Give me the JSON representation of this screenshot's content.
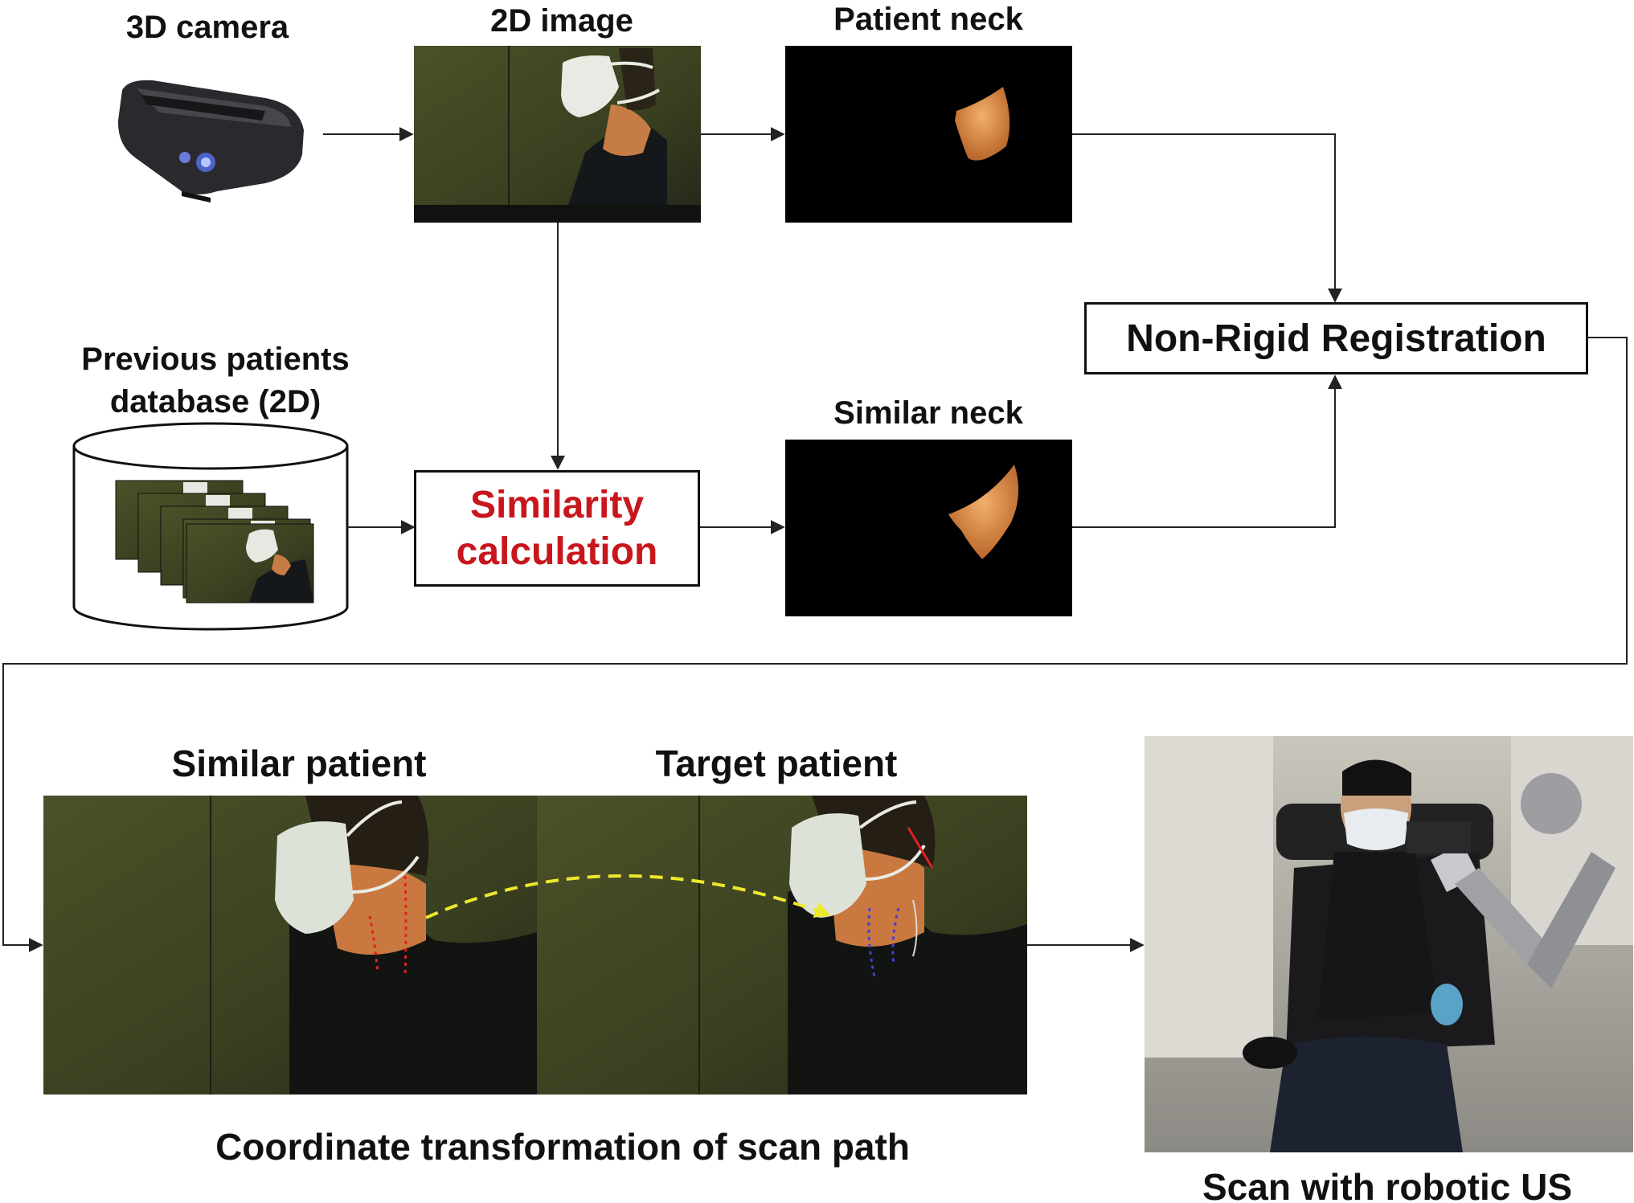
{
  "labels": {
    "camera": "3D camera",
    "image2d": "2D image",
    "patient_neck": "Patient neck",
    "similar_neck": "Similar neck",
    "db_line1": "Previous patients",
    "db_line2": "database (2D)",
    "similar_patient": "Similar patient",
    "target_patient": "Target patient",
    "coord_transform": "Coordinate transformation of scan path",
    "robotic_scan": "Scan with robotic US"
  },
  "boxes": {
    "similarity_line1": "Similarity",
    "similarity_line2": "calculation",
    "registration": "Non-Rigid Registration"
  },
  "colors": {
    "line": "#222222",
    "accent_red": "#c8161d",
    "neck_orange": "#d9873f",
    "dark_green": "#343a22",
    "arrow_yellow": "#ece82c",
    "path_red": "#e02020",
    "path_blue": "#4a3ed8"
  }
}
